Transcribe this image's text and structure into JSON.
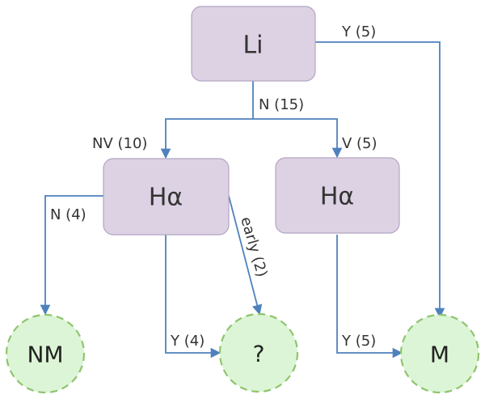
{
  "nodes": {
    "li": "Li",
    "ha_left": "Hα",
    "ha_right": "Hα",
    "leaf_nm": "NM",
    "leaf_q": "?",
    "leaf_m": "M"
  },
  "edges": {
    "li_yes": "Y (5)",
    "li_no": "N (15)",
    "nv": "NV (10)",
    "v": "V (5)",
    "left_no": "N (4)",
    "early": "early (2)",
    "left_yes": "Y (4)",
    "right_yes": "Y (5)"
  },
  "colors": {
    "box_fill": "#dcd2e4",
    "leaf_fill": "#dcf5d6",
    "leaf_border": "#8fc46d",
    "edge": "#4f81bd"
  }
}
